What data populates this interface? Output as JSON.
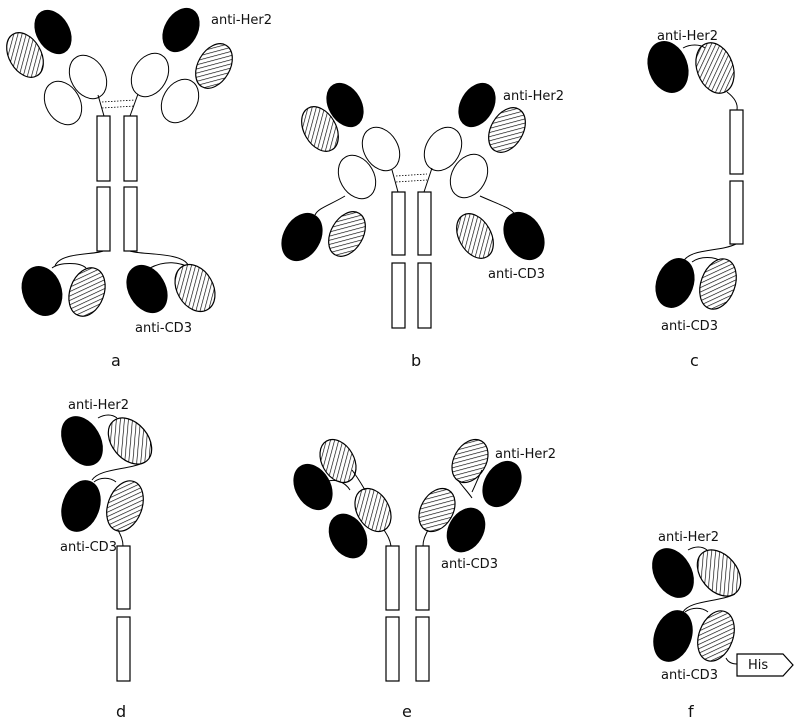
{
  "labels": {
    "anti_her2": "anti-Her2",
    "anti_cd3": "anti-CD3",
    "his": "His"
  },
  "panels": [
    {
      "id": "a",
      "label": "a"
    },
    {
      "id": "b",
      "label": "b"
    },
    {
      "id": "c",
      "label": "c"
    },
    {
      "id": "d",
      "label": "d"
    },
    {
      "id": "e",
      "label": "e"
    },
    {
      "id": "f",
      "label": "f"
    }
  ],
  "legend_semantics": {
    "black_domain": "variable heavy/light domain (solid black)",
    "hatched_domain": "variable domain (hatched)",
    "white_domain": "constant domain (white)",
    "rectangle": "Fc constant region"
  }
}
